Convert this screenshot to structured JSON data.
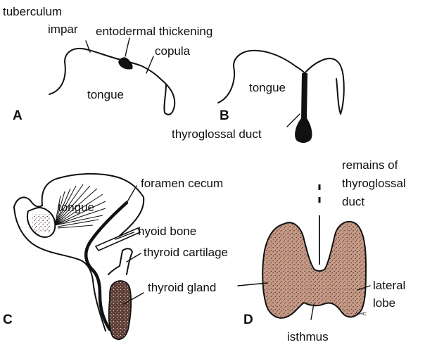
{
  "colors": {
    "ink": "#111111",
    "gland_fill": "#c79a86",
    "gland_stipple": "#3a2a26",
    "background": "#ffffff"
  },
  "panels": {
    "a": "A",
    "b": "B",
    "c": "C",
    "d": "D"
  },
  "panel_a": {
    "tuberculum_line1": "tuberculum",
    "tuberculum_line2": "impar",
    "entodermal_thickening": "entodermal thickening",
    "copula": "copula",
    "tongue": "tongue"
  },
  "panel_b": {
    "tongue": "tongue",
    "thyroglossal_duct": "thyroglossal duct"
  },
  "panel_c": {
    "tongue": "tongue",
    "foramen_cecum": "foramen cecum",
    "hyoid_bone": "hyoid bone",
    "thyroid_cartilage": "thyroid cartilage",
    "thyroid_gland": "thyroid gland"
  },
  "panel_d": {
    "remains_line1": "remains of",
    "remains_line2": "thyroglossal",
    "remains_line3": "duct",
    "lateral_line1": "lateral",
    "lateral_line2": "lobe",
    "isthmus": "isthmus",
    "artist_initials": "VHC"
  }
}
